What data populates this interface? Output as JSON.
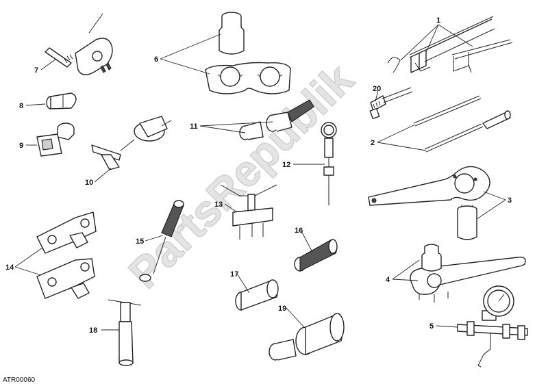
{
  "watermark": "PartsRepublik",
  "drawing_code": "ATR00060",
  "callouts": [
    "1",
    "2",
    "3",
    "4",
    "5",
    "6",
    "7",
    "8",
    "9",
    "10",
    "11",
    "12",
    "13",
    "14",
    "15",
    "16",
    "17",
    "18",
    "19",
    "20"
  ]
}
